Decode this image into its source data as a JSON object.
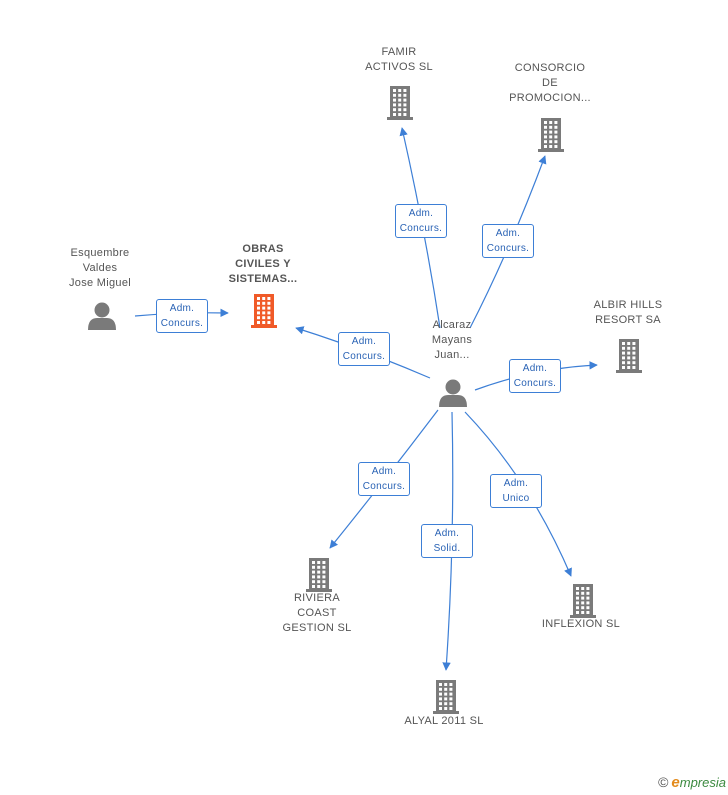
{
  "colors": {
    "edge": "#3d7fd6",
    "node": "#7a7a7a",
    "highlight": "#f05a28"
  },
  "nodes": [
    {
      "id": "esquembre",
      "kind": "person",
      "lines": [
        "Esquembre",
        "Valdes",
        "Jose Miguel"
      ],
      "highlight": false
    },
    {
      "id": "obras",
      "kind": "company",
      "lines": [
        "OBRAS",
        "CIVILES Y",
        "SISTEMAS..."
      ],
      "highlight": true
    },
    {
      "id": "alcaraz",
      "kind": "person",
      "lines": [
        "Alcaraz",
        "Mayans",
        "Juan..."
      ],
      "highlight": false
    },
    {
      "id": "famir",
      "kind": "company",
      "lines": [
        "FAMIR",
        "ACTIVOS SL"
      ],
      "highlight": false
    },
    {
      "id": "consorcio",
      "kind": "company",
      "lines": [
        "CONSORCIO",
        "DE",
        "PROMOCION..."
      ],
      "highlight": false
    },
    {
      "id": "albir",
      "kind": "company",
      "lines": [
        "ALBIR HILLS",
        "RESORT SA"
      ],
      "highlight": false
    },
    {
      "id": "riviera",
      "kind": "company",
      "lines": [
        "RIVIERA",
        "COAST",
        "GESTION SL"
      ],
      "highlight": false
    },
    {
      "id": "alyal",
      "kind": "company",
      "lines": [
        "ALYAL 2011 SL"
      ],
      "highlight": false
    },
    {
      "id": "inflexion",
      "kind": "company",
      "lines": [
        "INFLEXION SL"
      ],
      "highlight": false
    }
  ],
  "edges": [
    {
      "from": "esquembre",
      "to": "obras",
      "lines": [
        "Adm.",
        "Concurs."
      ]
    },
    {
      "from": "alcaraz",
      "to": "obras",
      "lines": [
        "Adm.",
        "Concurs."
      ]
    },
    {
      "from": "alcaraz",
      "to": "famir",
      "lines": [
        "Adm.",
        "Concurs."
      ]
    },
    {
      "from": "alcaraz",
      "to": "consorcio",
      "lines": [
        "Adm.",
        "Concurs."
      ]
    },
    {
      "from": "alcaraz",
      "to": "albir",
      "lines": [
        "Adm.",
        "Concurs."
      ]
    },
    {
      "from": "alcaraz",
      "to": "riviera",
      "lines": [
        "Adm.",
        "Concurs."
      ]
    },
    {
      "from": "alcaraz",
      "to": "alyal",
      "lines": [
        "Adm.",
        "Solid."
      ]
    },
    {
      "from": "alcaraz",
      "to": "inflexion",
      "lines": [
        "Adm.",
        "Unico"
      ]
    }
  ],
  "footer": {
    "copyright": "©",
    "brand_initial": "e",
    "brand_rest": "mpresia"
  }
}
